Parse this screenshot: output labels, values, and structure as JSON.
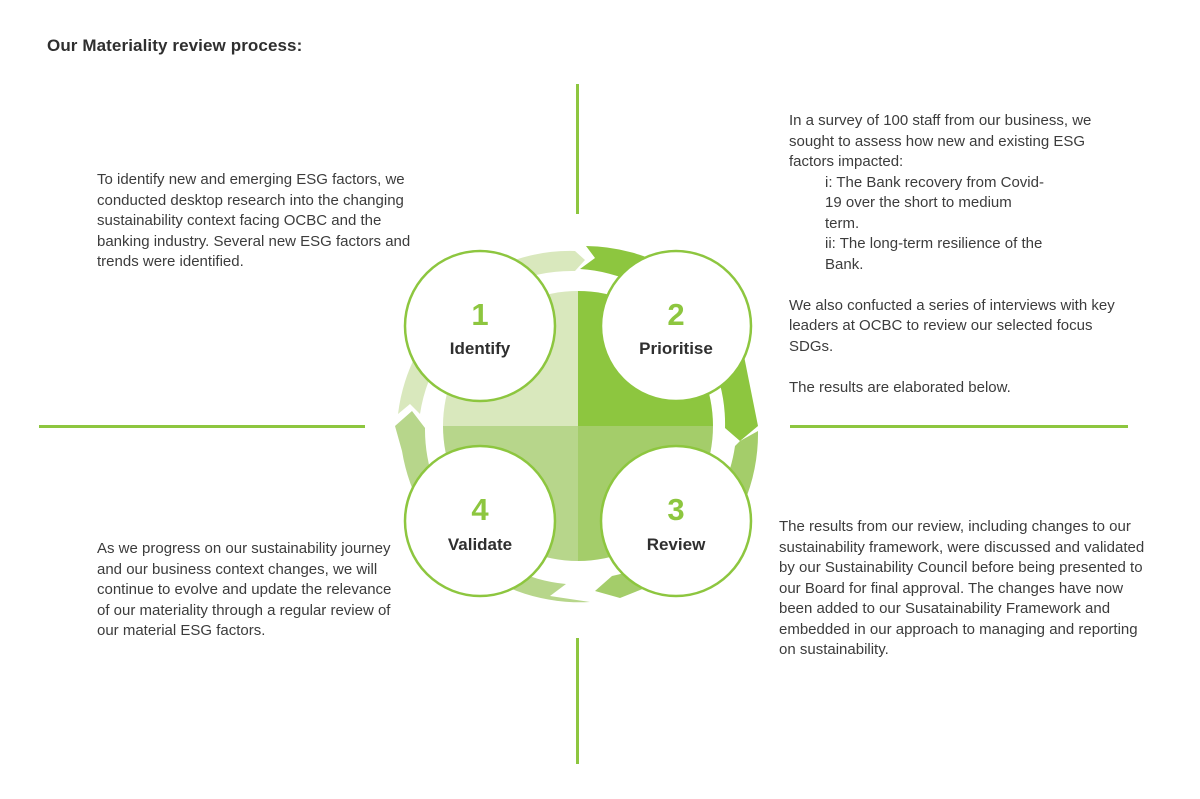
{
  "title": "Our Materiality review process:",
  "colors": {
    "accent": "#8dc63f",
    "quadrant_identify": "#d9e8bd",
    "quadrant_prioritise": "#8dc63f",
    "quadrant_validate": "#b7d68b",
    "quadrant_review": "#a4cd6a",
    "text": "#3c3c3c"
  },
  "steps": [
    {
      "number": "1",
      "label": "Identify"
    },
    {
      "number": "2",
      "label": "Prioritise"
    },
    {
      "number": "3",
      "label": "Review"
    },
    {
      "number": "4",
      "label": "Validate"
    }
  ],
  "identify_text": "To identify new and emerging ESG factors, we conducted desktop research into the changing sustainability context facing OCBC and the banking industry. Several new ESG factors and trends were identified.",
  "prioritise_text": {
    "intro": "In a survey of 100 staff from our business, we sought to assess how new and existing ESG factors impacted:",
    "item_1": "i: The Bank recovery from Covid-19 over the short to medium term.",
    "item_2": "ii: The long-term resilience of the Bank.",
    "interviews": "We also confucted a series of interviews with key leaders at OCBC to review our selected focus SDGs.",
    "results": "The results are elaborated below."
  },
  "validate_text": "As we progress on our sustainability journey and our business context changes, we will continue to evolve and update the relevance of our materiality through a regular review of our material ESG factors.",
  "review_text": "The results from our review, including changes to our sustainability framework, were discussed and validated by our Sustainability Council before being presented to our Board for final approval. The changes have now been added to our Susatainability Framework and embedded in our approach to managing and reporting on sustainability."
}
